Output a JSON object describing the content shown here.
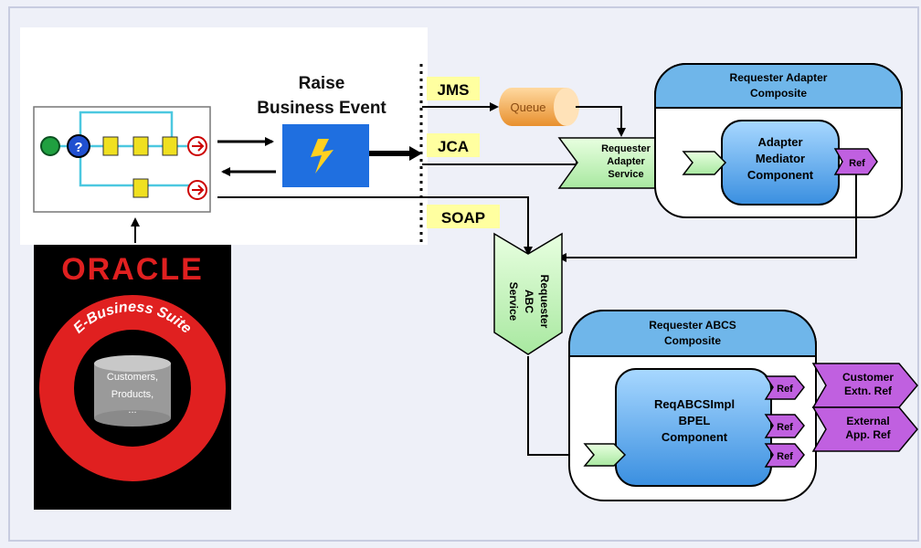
{
  "event": {
    "line1": "Raise",
    "line2": "Business Event"
  },
  "channels": {
    "jms": "JMS",
    "jca": "JCA",
    "soap": "SOAP"
  },
  "queue": {
    "label": "Queue"
  },
  "requester_adapter_composite": {
    "title_line1": "Requester Adapter",
    "title_line2": "Composite",
    "mediator_line1": "Adapter",
    "mediator_line2": "Mediator",
    "mediator_line3": "Component",
    "ref_label": "Ref"
  },
  "requester_adapter_service": {
    "line1": "Requester",
    "line2": "Adapter",
    "line3": "Service"
  },
  "requester_abc_service": {
    "line1": "Requester",
    "line2": "ABC",
    "line3": "Service"
  },
  "requester_abcs_composite": {
    "title_line1": "Requester ABCS",
    "title_line2": "Composite",
    "bpel_line1": "ReqABCSImpl",
    "bpel_line2": "BPEL",
    "bpel_line3": "Component",
    "ref_label": "Ref"
  },
  "references": {
    "customer_line1": "Customer",
    "customer_line2": "Extn. Ref",
    "external_line1": "External",
    "external_line2": "App. Ref"
  },
  "oracle": {
    "logo": "ORACLE",
    "suite": "E-Business Suite",
    "db_line1": "Customers,",
    "db_line2": "Products,",
    "db_line3": "..."
  },
  "colors": {
    "background": "#eef0f8",
    "composite_header": "#6fb6ea",
    "component_fill": "#4a9fe0",
    "service_green": "#c8f0c0",
    "ref_purple": "#c060e0",
    "channel_yellow": "#ffffa0",
    "queue_orange": "#f0a040",
    "oracle_red": "#e02020",
    "event_blue": "#1f6fe0"
  }
}
